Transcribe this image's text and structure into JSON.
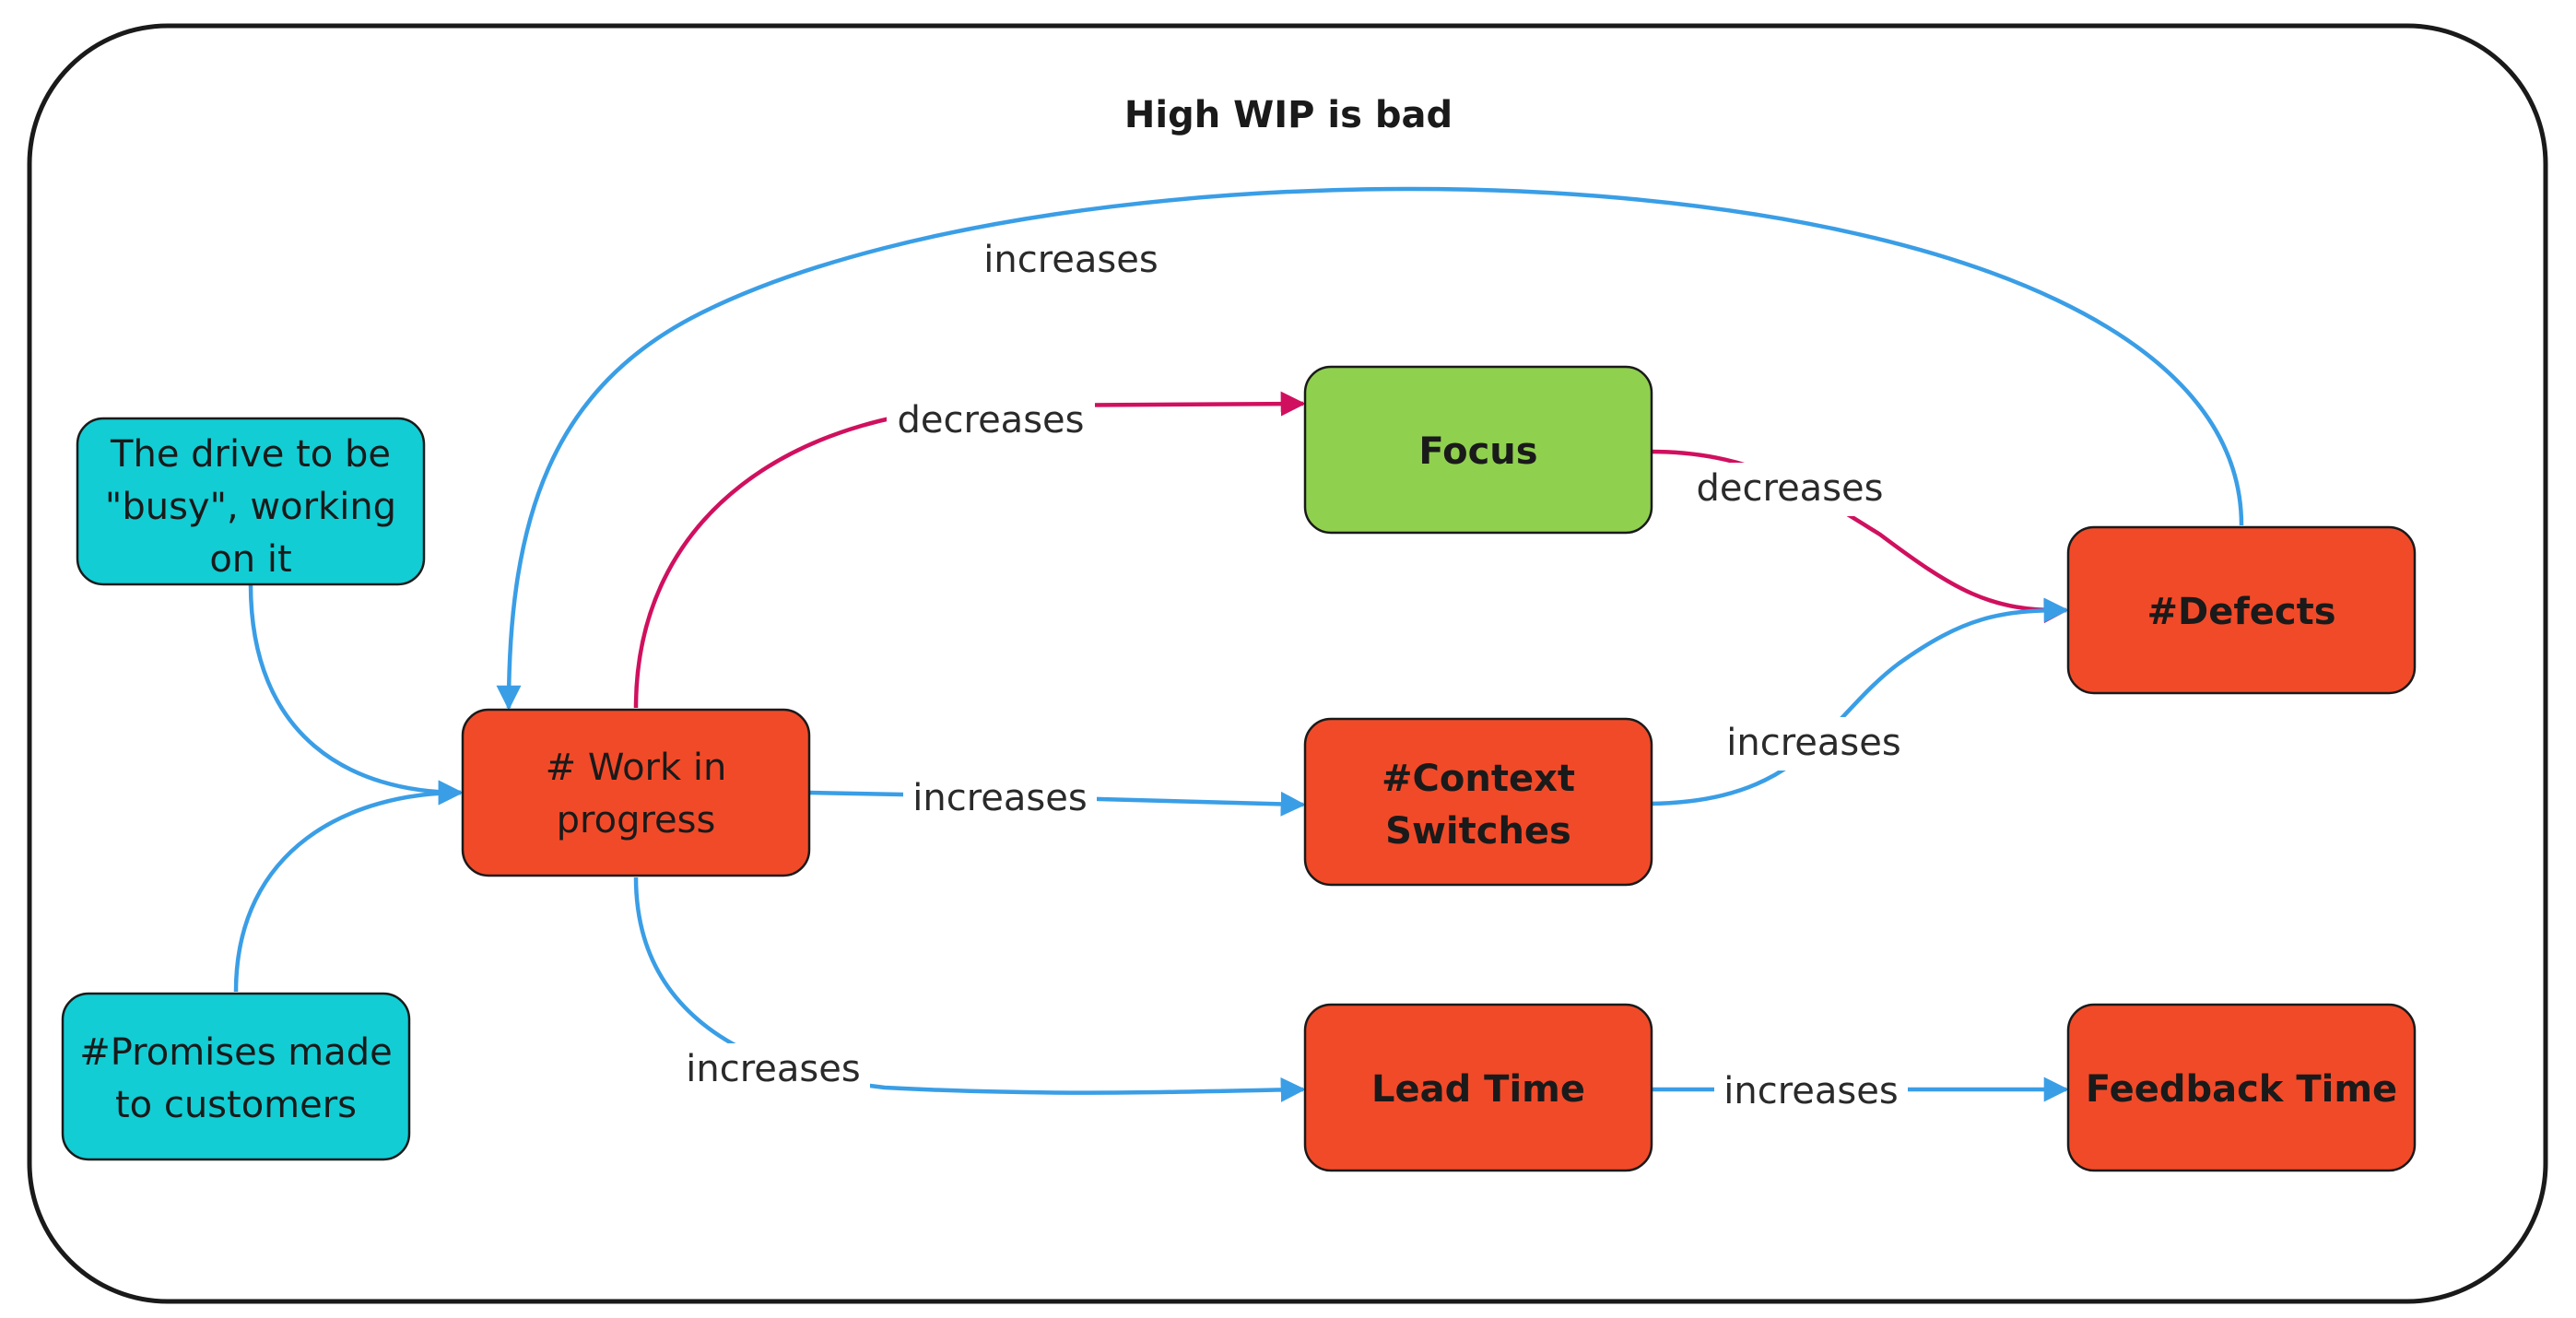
{
  "diagram": {
    "title": "High WIP is bad",
    "nodes": {
      "drive": {
        "lines": [
          "The drive to be",
          "\"busy\", working",
          "on it"
        ],
        "color": "#12cdd4"
      },
      "promises": {
        "lines": [
          "#Promises made",
          "to customers"
        ],
        "color": "#12cdd4"
      },
      "wip": {
        "lines": [
          "# Work in",
          "progress"
        ],
        "color": "#f14a29"
      },
      "focus": {
        "lines": [
          "Focus"
        ],
        "color": "#90d04f"
      },
      "context": {
        "lines": [
          "#Context",
          "Switches"
        ],
        "color": "#f14a29"
      },
      "defects": {
        "lines": [
          "#Defects"
        ],
        "color": "#f14a29"
      },
      "leadtime": {
        "lines": [
          "Lead Time"
        ],
        "color": "#f14a29"
      },
      "feedback": {
        "lines": [
          "Feedback Time"
        ],
        "color": "#f14a29"
      }
    },
    "edges": {
      "defects_wip": {
        "label": "increases",
        "color": "#3a9ee6"
      },
      "wip_focus": {
        "label": "decreases",
        "color": "#d0105e"
      },
      "focus_defects": {
        "label": "decreases",
        "color": "#d0105e"
      },
      "wip_context": {
        "label": "increases",
        "color": "#3a9ee6"
      },
      "context_defects": {
        "label": "increases",
        "color": "#3a9ee6"
      },
      "wip_leadtime": {
        "label": "increases",
        "color": "#3a9ee6"
      },
      "leadtime_feedback": {
        "label": "increases",
        "color": "#3a9ee6"
      },
      "drive_wip": {
        "label": "",
        "color": "#3a9ee6"
      },
      "promises_wip": {
        "label": "",
        "color": "#3a9ee6"
      }
    }
  }
}
